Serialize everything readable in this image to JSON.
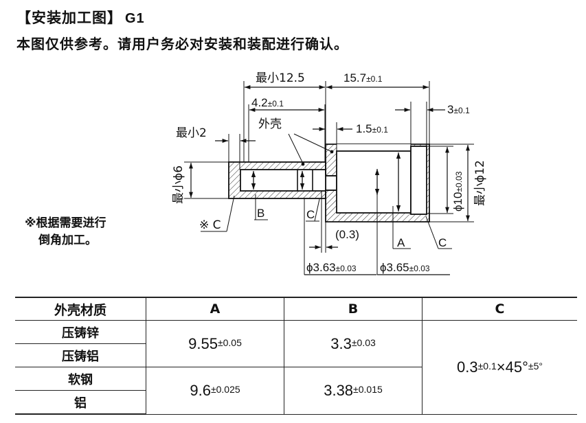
{
  "header": {
    "title": "【安装加工图】",
    "title_code": "G1",
    "subtitle": "本图仅供参考。请用户务必对安装和装配进行确认。"
  },
  "note": {
    "line1": "※根据需要进行",
    "line2": "倒角加工。"
  },
  "drawing": {
    "dim_min_12_5": "最小12.5",
    "dim_15_7": "15.7",
    "dim_15_7_tol": "±0.1",
    "dim_4_2": "4.2",
    "dim_4_2_tol": "±0.1",
    "dim_3": "3",
    "dim_3_tol": "±0.1",
    "label_shell": "外壳",
    "dim_1_5": "1.5",
    "dim_1_5_tol": "±0.1",
    "dim_min_2": "最小2",
    "dim_min_phi6": "最小ϕ6",
    "dim_phi10": "ϕ10",
    "dim_phi10_tol": "±0.03",
    "dim_min_phi12": "最小ϕ12",
    "label_B": "B",
    "label_C_left": "C",
    "label_C_note": "※ C",
    "label_A": "A",
    "label_C_right": "C",
    "dim_0_3": "(0.3)",
    "dim_phi3_63": "ϕ3.63",
    "dim_phi3_63_tol": "±0.03",
    "dim_phi3_65": "ϕ3.65",
    "dim_phi3_65_tol": "±0.03"
  },
  "table": {
    "headers": [
      "外壳材质",
      "A",
      "B",
      "C"
    ],
    "rows": [
      {
        "material": "压铸锌"
      },
      {
        "material": "压铸铝"
      },
      {
        "material": "软钢"
      },
      {
        "material": "铝"
      }
    ],
    "group1": {
      "a": "9.55",
      "a_tol": "±0.05",
      "b": "3.3",
      "b_tol": "±0.03"
    },
    "group2": {
      "a": "9.6",
      "a_tol": "±0.025",
      "b": "3.38",
      "b_tol": "±0.015"
    },
    "c": {
      "value": "0.3",
      "tol": "±0.1",
      "times": "×45°",
      "deg_tol": "±5°"
    }
  }
}
